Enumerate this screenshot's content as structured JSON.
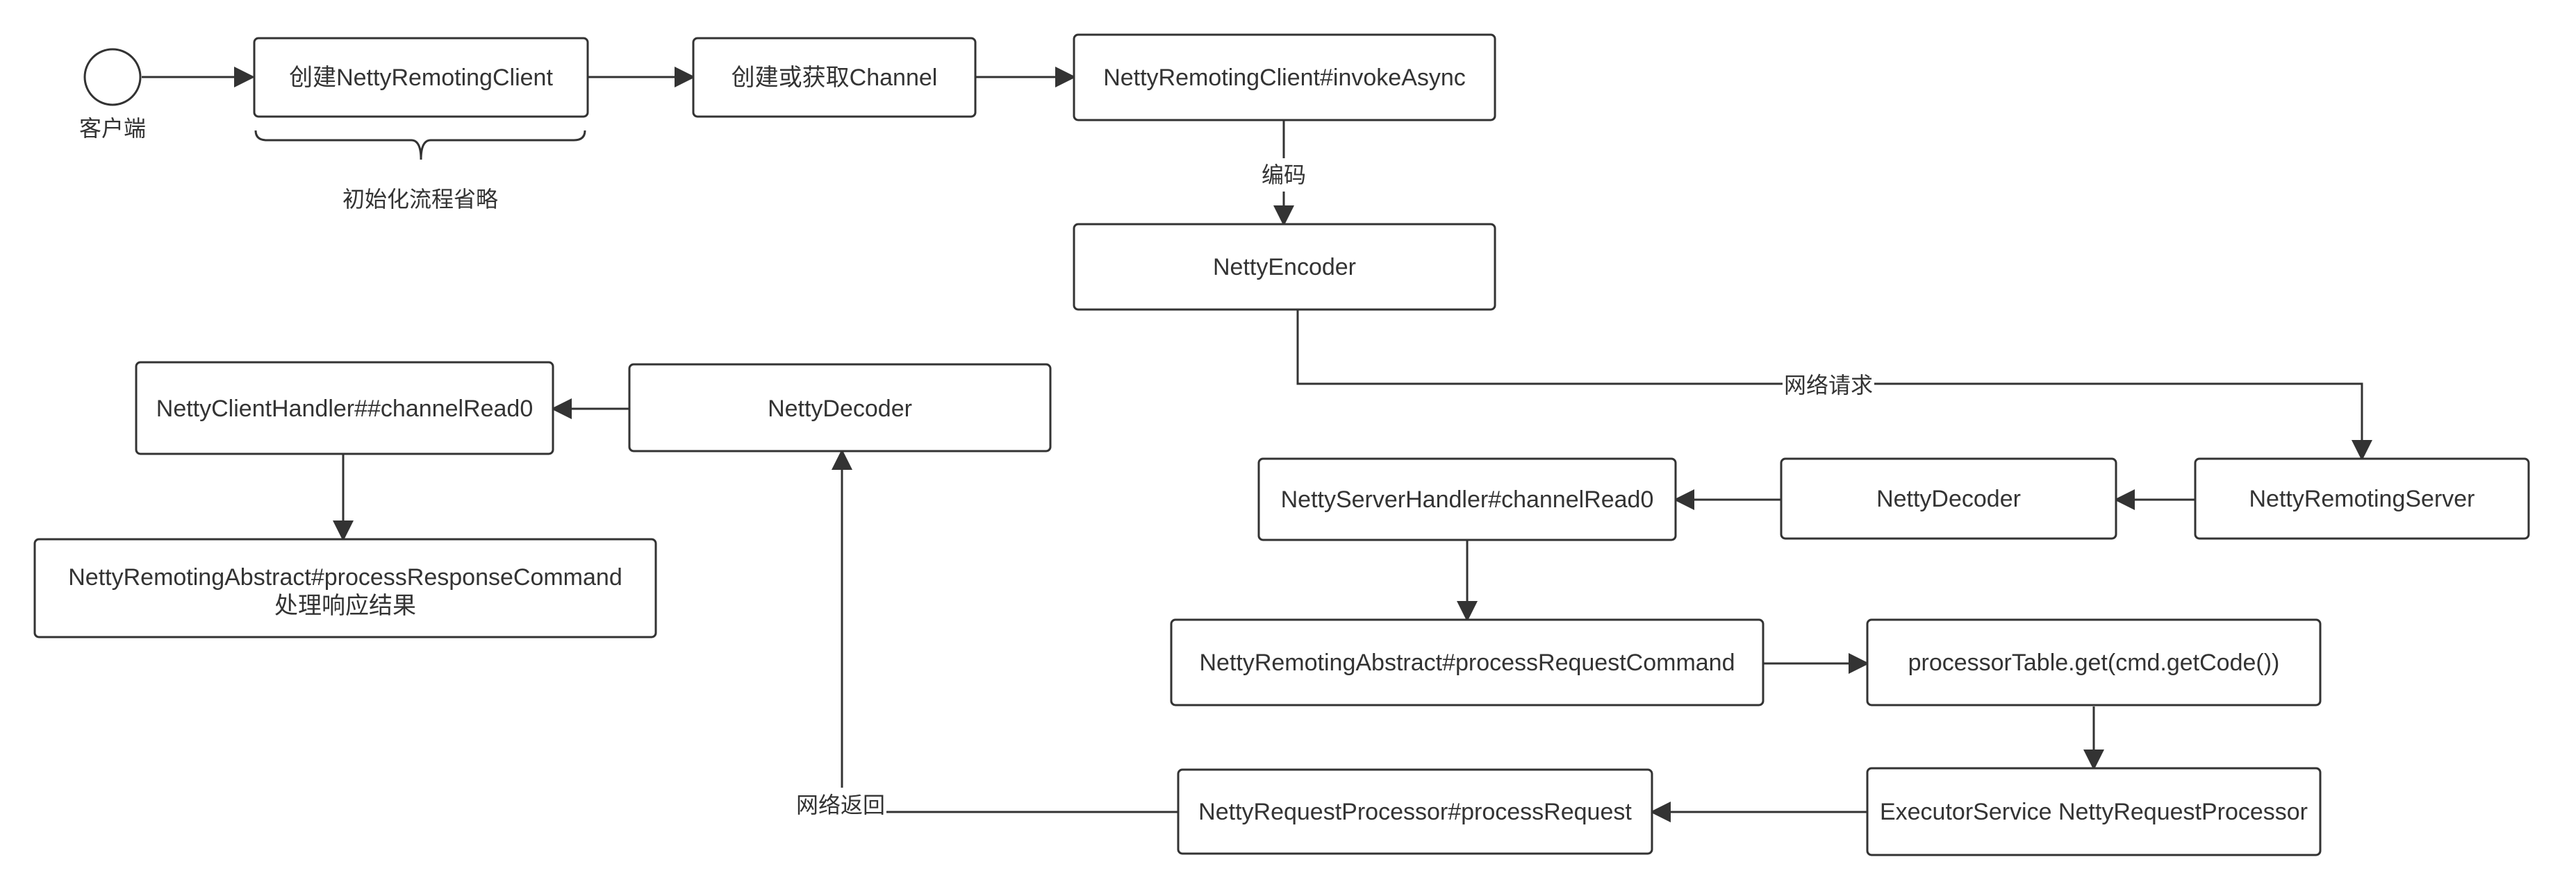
{
  "start": {
    "label": "客户端"
  },
  "nodes": {
    "create_client": "创建NettyRemotingClient",
    "get_channel": "创建或获取Channel",
    "invoke_async": "NettyRemotingClient#invokeAsync",
    "encoder": "NettyEncoder",
    "remoting_server": "NettyRemotingServer",
    "server_decoder": "NettyDecoder",
    "server_handler": "NettyServerHandler#channelRead0",
    "process_request_command": "NettyRemotingAbstract#processRequestCommand",
    "processor_table": "processorTable.get(cmd.getCode())",
    "executor_service": "ExecutorService NettyRequestProcessor",
    "process_request": "NettyRequestProcessor#processRequest",
    "client_decoder": "NettyDecoder",
    "client_handler": "NettyClientHandler##channelRead0",
    "process_response_line1": "NettyRemotingAbstract#processResponseCommand",
    "process_response_line2": "处理响应结果"
  },
  "labels": {
    "init_brace": "初始化流程省略",
    "encode": "编码",
    "network_request": "网络请求",
    "network_return": "网络返回"
  },
  "colors": {
    "stroke": "#333333",
    "background": "#ffffff"
  }
}
